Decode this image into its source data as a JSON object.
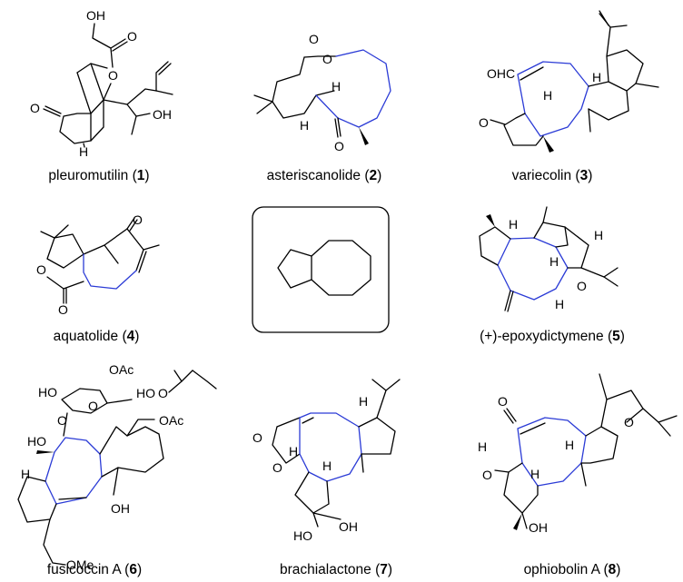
{
  "compounds": [
    {
      "name": "pleuromutilin",
      "number": "1"
    },
    {
      "name": "asteriscanolide",
      "number": "2"
    },
    {
      "name": "variecolin",
      "number": "3"
    },
    {
      "name": "aquatolide",
      "number": "4"
    },
    {
      "name": "(+)-epoxydictymene",
      "number": "5"
    },
    {
      "name": "fusicoccin A",
      "number": "6"
    },
    {
      "name": "brachialactone",
      "number": "7"
    },
    {
      "name": "ophiobolin A",
      "number": "8"
    }
  ],
  "atoms": {
    "oh": "OH",
    "o": "O",
    "h": "H",
    "ohc": "OHC",
    "ho": "HO",
    "oac": "OAc",
    "ome": "OMe"
  },
  "colors": {
    "cyclooctane_highlight": "#2b3bd6",
    "bond": "#000000"
  }
}
